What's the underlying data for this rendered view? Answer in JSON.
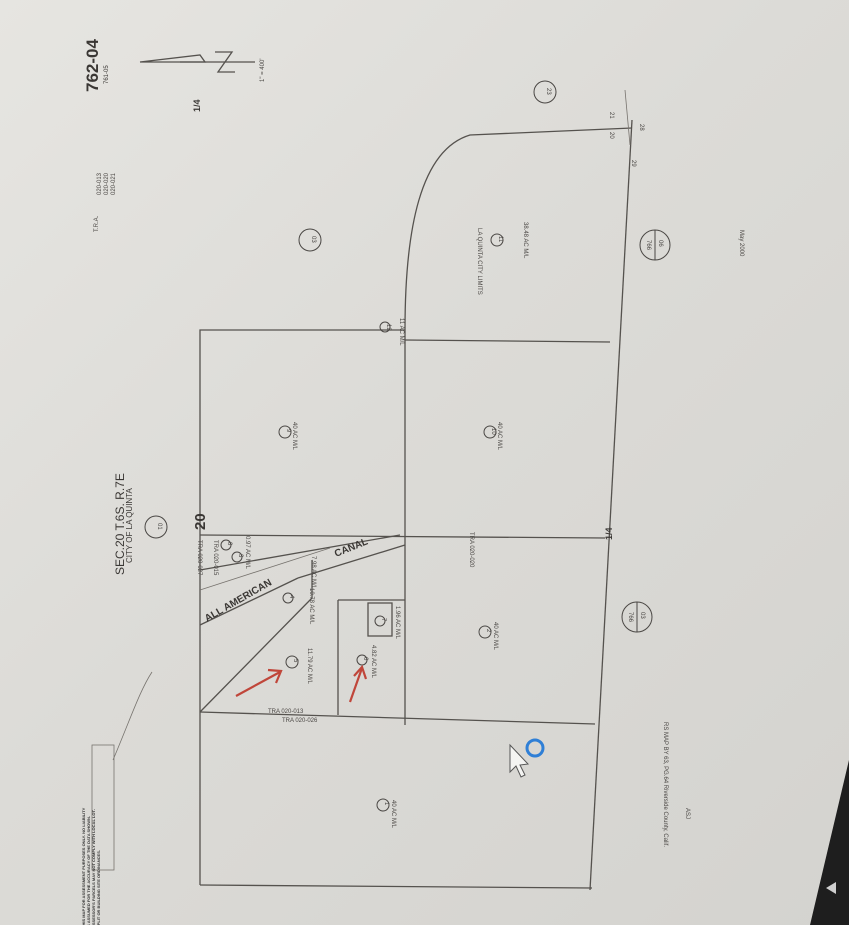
{
  "map": {
    "page_number": "762-04",
    "page_sub": "761-05",
    "section_title": "SEC.20 T.6S. R.7E",
    "city": "CITY OF LA QUINTA",
    "section_number": "20",
    "quarter_mark_top": "1/4",
    "quarter_mark_mid": "1/4",
    "scale_note": "1\" = 400'",
    "tra_label": "T.R.A.",
    "tra_codes": [
      "020-013",
      "020-020",
      "020-021"
    ],
    "disclaimer": "THIS MAP FOR ASSESSMENT PURPOSES ONLY. NO LIABILITY IS ASSUMED FOR THE ACCURACY OF THE DATA SHOWN. ASSESSOR'S PARCELS MAY NOT COMPLY WITH LOCAL LOT-SPLIT OR BUILDING SITE ORDINANCES.",
    "canal_label_1": "ALL AMERICAN",
    "canal_label_2": "CANAL",
    "city_limits": "LA QUINTA CITY LIMITS",
    "book_circles": [
      {
        "label": "01"
      },
      {
        "label": "03"
      },
      {
        "label": "23"
      }
    ],
    "adjacent_pages": [
      {
        "top": "766",
        "bottom": "06"
      },
      {
        "top": "766",
        "bottom": "03"
      }
    ],
    "parcels": [
      {
        "number": "9",
        "area": "40 AC M/L"
      },
      {
        "number": "10",
        "area": "40 AC M/L"
      },
      {
        "number": "11",
        "area": "38.48 AC M/L"
      },
      {
        "number": "12",
        "area": "11 AC M/L"
      },
      {
        "number": "2",
        "area": "40 AC M/L"
      },
      {
        "number": "5",
        "area": "11.79 AC M/L"
      },
      {
        "number": "6",
        "area": "4.82 AC M/L"
      },
      {
        "number": "7",
        "area": "1.96 AC M/L"
      },
      {
        "number": "4",
        "area": "10.78 AC M/L"
      },
      {
        "number": "3",
        "area": "7.98 AC M/L"
      },
      {
        "number": "8",
        "area": "0.97 AC M/L"
      },
      {
        "number": "1",
        "area": "40 AC M/L"
      }
    ],
    "tra_boundary_labels": [
      "TRA 020-027",
      "TRA 020-015",
      "TRA 020-020",
      "TRA 020-013",
      "TRA 020-026"
    ],
    "section_corners": [
      "20",
      "21",
      "28",
      "29"
    ],
    "date": "May 2000",
    "footer_ref": "ASJ",
    "footer_note": "RS MAP BY 63, PG.64 Riverside County, Calif."
  },
  "annotations": {
    "arrow_color": "#c0463a",
    "cursor_ring_color": "#2f7fd6"
  }
}
